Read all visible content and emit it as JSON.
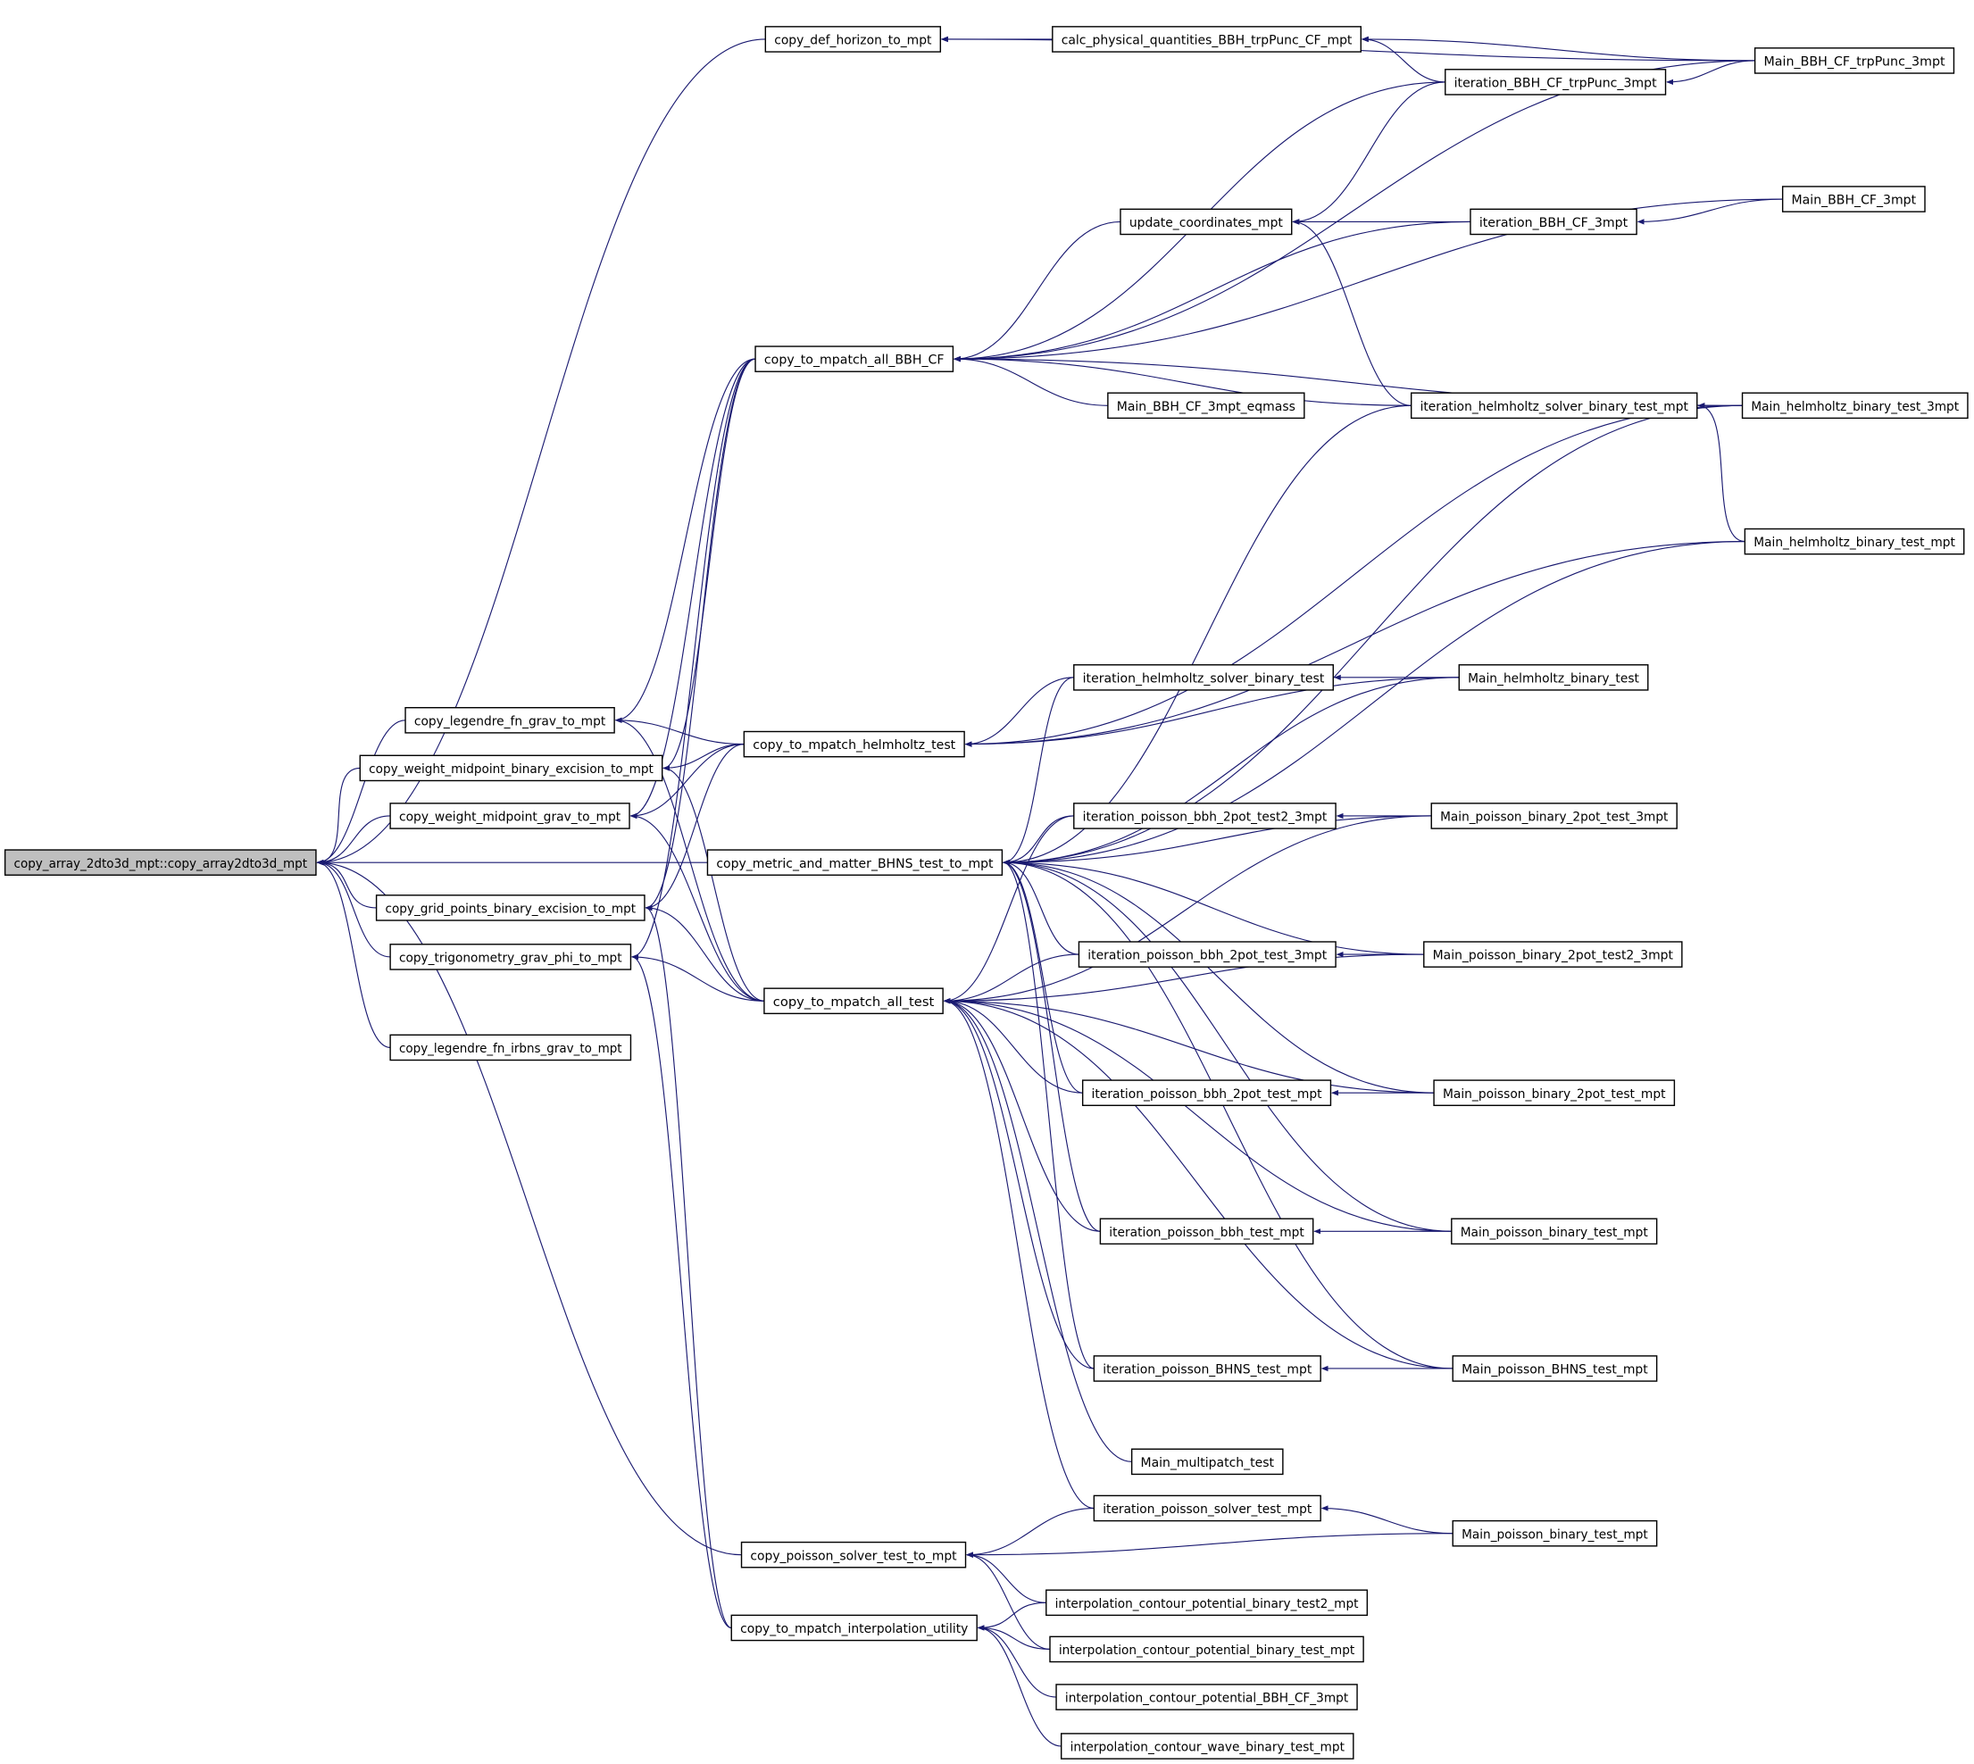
{
  "colors": {
    "edge": "#191970",
    "root_fill": "#bfbfbf",
    "node_fill": "#ffffff"
  },
  "nodes": [
    {
      "id": "root",
      "label": "copy_array_2dto3d_mpt::copy_array2dto3d_mpt"
    },
    {
      "id": "def_horizon",
      "label": "copy_def_horizon_to_mpt"
    },
    {
      "id": "calc_phys",
      "label": "calc_physical_quantities_BBH_trpPunc_CF_mpt"
    },
    {
      "id": "main_trp",
      "label": "Main_BBH_CF_trpPunc_3mpt"
    },
    {
      "id": "iter_trp",
      "label": "iteration_BBH_CF_trpPunc_3mpt"
    },
    {
      "id": "main_bbh3",
      "label": "Main_BBH_CF_3mpt"
    },
    {
      "id": "update_coords",
      "label": "update_coordinates_mpt"
    },
    {
      "id": "iter_bbh3",
      "label": "iteration_BBH_CF_3mpt"
    },
    {
      "id": "all_bbh",
      "label": "copy_to_mpatch_all_BBH_CF"
    },
    {
      "id": "main_eqmass",
      "label": "Main_BBH_CF_3mpt_eqmass"
    },
    {
      "id": "iter_helm_mpt",
      "label": "iteration_helmholtz_solver_binary_test_mpt"
    },
    {
      "id": "main_helm3",
      "label": "Main_helmholtz_binary_test_3mpt"
    },
    {
      "id": "main_helm_mpt",
      "label": "Main_helmholtz_binary_test_mpt"
    },
    {
      "id": "iter_helm",
      "label": "iteration_helmholtz_solver_binary_test"
    },
    {
      "id": "main_helm",
      "label": "Main_helmholtz_binary_test"
    },
    {
      "id": "leg_grav",
      "label": "copy_legendre_fn_grav_to_mpt"
    },
    {
      "id": "helm_test",
      "label": "copy_to_mpatch_helmholtz_test"
    },
    {
      "id": "wm_bin",
      "label": "copy_weight_midpoint_binary_excision_to_mpt"
    },
    {
      "id": "wm_grav",
      "label": "copy_weight_midpoint_grav_to_mpt"
    },
    {
      "id": "iter_2p2_3",
      "label": "iteration_poisson_bbh_2pot_test2_3mpt"
    },
    {
      "id": "main_2p_3",
      "label": "Main_poisson_binary_2pot_test_3mpt"
    },
    {
      "id": "metric_bhns",
      "label": "copy_metric_and_matter_BHNS_test_to_mpt"
    },
    {
      "id": "grid_bin",
      "label": "copy_grid_points_binary_excision_to_mpt"
    },
    {
      "id": "iter_2p_3",
      "label": "iteration_poisson_bbh_2pot_test_3mpt"
    },
    {
      "id": "main_2p2_3",
      "label": "Main_poisson_binary_2pot_test2_3mpt"
    },
    {
      "id": "trig",
      "label": "copy_trigonometry_grav_phi_to_mpt"
    },
    {
      "id": "all_test",
      "label": "copy_to_mpatch_all_test"
    },
    {
      "id": "leg_irbns",
      "label": "copy_legendre_fn_irbns_grav_to_mpt"
    },
    {
      "id": "iter_2p_mpt",
      "label": "iteration_poisson_bbh_2pot_test_mpt"
    },
    {
      "id": "main_2p_mpt",
      "label": "Main_poisson_binary_2pot_test_mpt"
    },
    {
      "id": "iter_bbh_mpt",
      "label": "iteration_poisson_bbh_test_mpt"
    },
    {
      "id": "main_bin_mpt",
      "label": "Main_poisson_binary_test_mpt"
    },
    {
      "id": "iter_bhns",
      "label": "iteration_poisson_BHNS_test_mpt"
    },
    {
      "id": "main_bhns",
      "label": "Main_poisson_BHNS_test_mpt"
    },
    {
      "id": "main_multi",
      "label": "Main_multipatch_test"
    },
    {
      "id": "iter_solver",
      "label": "iteration_poisson_solver_test_mpt"
    },
    {
      "id": "main_bin_mpt2",
      "label": "Main_poisson_binary_test_mpt"
    },
    {
      "id": "poisson_solver",
      "label": "copy_poisson_solver_test_to_mpt"
    },
    {
      "id": "interp_t2",
      "label": "interpolation_contour_potential_binary_test2_mpt"
    },
    {
      "id": "interp_util",
      "label": "copy_to_mpatch_interpolation_utility"
    },
    {
      "id": "interp_t",
      "label": "interpolation_contour_potential_binary_test_mpt"
    },
    {
      "id": "interp_bbh",
      "label": "interpolation_contour_potential_BBH_CF_3mpt"
    },
    {
      "id": "interp_wave",
      "label": "interpolation_contour_wave_binary_test_mpt"
    }
  ],
  "edges": [
    [
      "def_horizon",
      "root"
    ],
    [
      "leg_grav",
      "root"
    ],
    [
      "wm_bin",
      "root"
    ],
    [
      "wm_grav",
      "root"
    ],
    [
      "metric_bhns",
      "root"
    ],
    [
      "grid_bin",
      "root"
    ],
    [
      "trig",
      "root"
    ],
    [
      "leg_irbns",
      "root"
    ],
    [
      "poisson_solver",
      "root"
    ],
    [
      "calc_phys",
      "def_horizon"
    ],
    [
      "main_trp",
      "def_horizon"
    ],
    [
      "main_trp",
      "calc_phys"
    ],
    [
      "iter_trp",
      "calc_phys"
    ],
    [
      "main_trp",
      "iter_trp"
    ],
    [
      "iter_trp",
      "update_coords"
    ],
    [
      "iter_bbh3",
      "update_coords"
    ],
    [
      "iter_helm_mpt",
      "update_coords"
    ],
    [
      "main_bbh3",
      "iter_bbh3"
    ],
    [
      "iter_trp",
      "all_bbh"
    ],
    [
      "main_trp",
      "all_bbh"
    ],
    [
      "main_bbh3",
      "all_bbh"
    ],
    [
      "update_coords",
      "all_bbh"
    ],
    [
      "iter_bbh3",
      "all_bbh"
    ],
    [
      "main_helm3",
      "all_bbh"
    ],
    [
      "iter_helm_mpt",
      "all_bbh"
    ],
    [
      "main_eqmass",
      "all_bbh"
    ],
    [
      "all_bbh",
      "leg_grav"
    ],
    [
      "all_test",
      "leg_grav"
    ],
    [
      "helm_test",
      "leg_grav"
    ],
    [
      "all_bbh",
      "wm_bin"
    ],
    [
      "helm_test",
      "wm_bin"
    ],
    [
      "all_test",
      "wm_bin"
    ],
    [
      "all_bbh",
      "wm_grav"
    ],
    [
      "helm_test",
      "wm_grav"
    ],
    [
      "all_test",
      "wm_grav"
    ],
    [
      "helm_test",
      "grid_bin"
    ],
    [
      "all_bbh",
      "grid_bin"
    ],
    [
      "all_test",
      "grid_bin"
    ],
    [
      "interp_util",
      "grid_bin"
    ],
    [
      "all_bbh",
      "trig"
    ],
    [
      "all_test",
      "trig"
    ],
    [
      "interp_util",
      "trig"
    ],
    [
      "main_helm3",
      "iter_helm_mpt"
    ],
    [
      "main_helm_mpt",
      "iter_helm_mpt"
    ],
    [
      "main_helm_mpt",
      "helm_test"
    ],
    [
      "iter_helm",
      "helm_test"
    ],
    [
      "main_helm",
      "helm_test"
    ],
    [
      "main_helm3",
      "helm_test"
    ],
    [
      "main_helm",
      "iter_helm"
    ],
    [
      "iter_helm_mpt",
      "metric_bhns"
    ],
    [
      "main_helm3",
      "metric_bhns"
    ],
    [
      "main_helm_mpt",
      "metric_bhns"
    ],
    [
      "iter_helm",
      "metric_bhns"
    ],
    [
      "main_helm",
      "metric_bhns"
    ],
    [
      "iter_2p2_3",
      "metric_bhns"
    ],
    [
      "main_2p_3",
      "metric_bhns"
    ],
    [
      "main_2p2_3",
      "metric_bhns"
    ],
    [
      "iter_2p_3",
      "metric_bhns"
    ],
    [
      "iter_2p_mpt",
      "metric_bhns"
    ],
    [
      "main_2p_mpt",
      "metric_bhns"
    ],
    [
      "iter_bbh_mpt",
      "metric_bhns"
    ],
    [
      "main_bin_mpt",
      "metric_bhns"
    ],
    [
      "iter_bhns",
      "metric_bhns"
    ],
    [
      "main_bhns",
      "metric_bhns"
    ],
    [
      "main_2p_3",
      "all_test"
    ],
    [
      "iter_2p2_3",
      "all_test"
    ],
    [
      "main_2p2_3",
      "all_test"
    ],
    [
      "iter_2p_3",
      "all_test"
    ],
    [
      "iter_2p_mpt",
      "all_test"
    ],
    [
      "main_2p_mpt",
      "all_test"
    ],
    [
      "iter_bbh_mpt",
      "all_test"
    ],
    [
      "main_bin_mpt",
      "all_test"
    ],
    [
      "iter_bhns",
      "all_test"
    ],
    [
      "main_bhns",
      "all_test"
    ],
    [
      "main_multi",
      "all_test"
    ],
    [
      "iter_solver",
      "all_test"
    ],
    [
      "main_2p_3",
      "iter_2p2_3"
    ],
    [
      "main_2p2_3",
      "iter_2p_3"
    ],
    [
      "main_2p_mpt",
      "iter_2p_mpt"
    ],
    [
      "main_bin_mpt",
      "iter_bbh_mpt"
    ],
    [
      "main_bhns",
      "iter_bhns"
    ],
    [
      "main_bin_mpt2",
      "iter_solver"
    ],
    [
      "iter_solver",
      "poisson_solver"
    ],
    [
      "main_bin_mpt2",
      "poisson_solver"
    ],
    [
      "interp_t2",
      "poisson_solver"
    ],
    [
      "interp_t",
      "poisson_solver"
    ],
    [
      "interp_t2",
      "interp_util"
    ],
    [
      "interp_t",
      "interp_util"
    ],
    [
      "interp_bbh",
      "interp_util"
    ],
    [
      "interp_wave",
      "interp_util"
    ]
  ]
}
